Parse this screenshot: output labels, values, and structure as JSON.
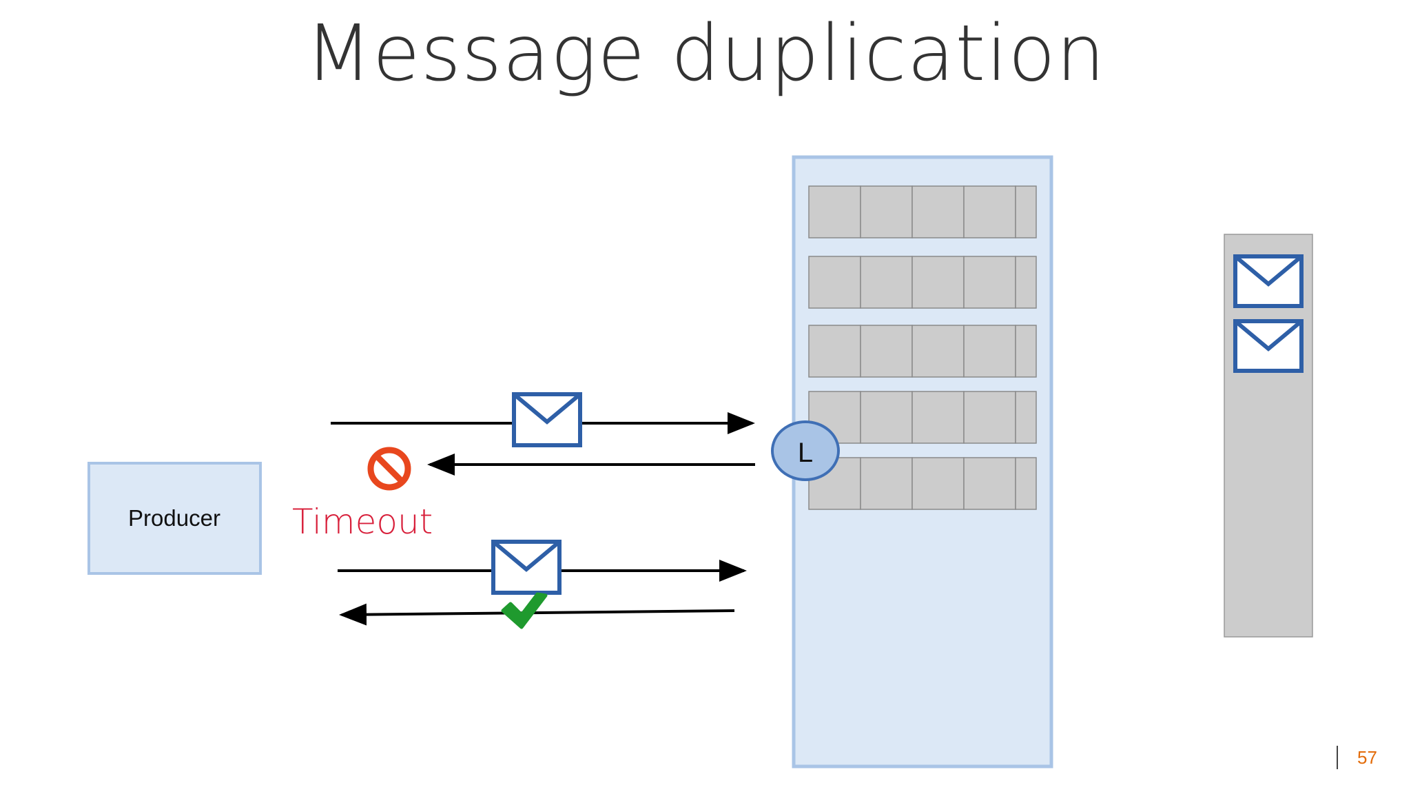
{
  "slide": {
    "title": "Message duplication",
    "page_number": "57"
  },
  "diagram": {
    "producer_label": "Producer",
    "leader_label": "L",
    "timeout_label": "Timeout",
    "colors": {
      "producer_fill": "#dce8f6",
      "producer_border": "#a9c4e6",
      "broker_fill": "#dce8f6",
      "broker_border": "#a9c4e6",
      "partition_cell": "#cccccc",
      "partition_border": "#8a8a8a",
      "leader_fill": "#a9c4e6",
      "leader_border": "#3f6fb5",
      "envelope_border": "#2e5fa7",
      "arrow": "#000000",
      "error_icon": "#e8471e",
      "success_icon": "#1f9a2e",
      "log_fill": "#cccccc",
      "timeout_text": "#d8203b",
      "page_number": "#e36c0a"
    }
  }
}
